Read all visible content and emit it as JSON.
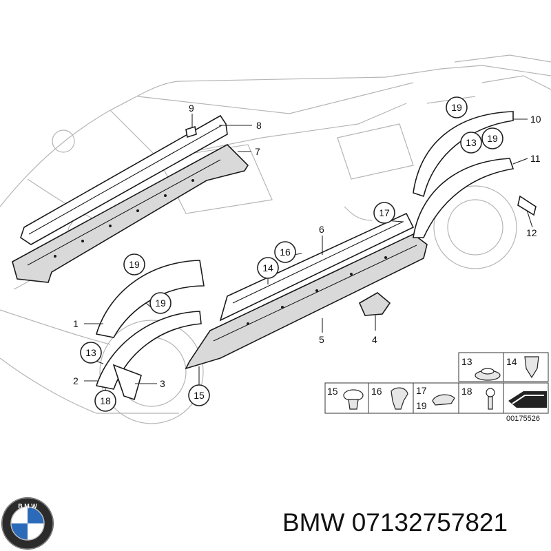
{
  "diagram": {
    "callouts": [
      {
        "id": "c1",
        "label": "1"
      },
      {
        "id": "c2",
        "label": "2"
      },
      {
        "id": "c3",
        "label": "3"
      },
      {
        "id": "c4",
        "label": "4"
      },
      {
        "id": "c5",
        "label": "5"
      },
      {
        "id": "c6",
        "label": "6"
      },
      {
        "id": "c7",
        "label": "7"
      },
      {
        "id": "c8",
        "label": "8"
      },
      {
        "id": "c9",
        "label": "9"
      },
      {
        "id": "c10",
        "label": "10"
      },
      {
        "id": "c11",
        "label": "11"
      },
      {
        "id": "c12",
        "label": "12"
      }
    ],
    "circled_callouts": [
      {
        "id": "r19a",
        "label": "19"
      },
      {
        "id": "r19b",
        "label": "19"
      },
      {
        "id": "r19c",
        "label": "19"
      },
      {
        "id": "r19d",
        "label": "19"
      },
      {
        "id": "r13a",
        "label": "13"
      },
      {
        "id": "r13b",
        "label": "13"
      },
      {
        "id": "r18",
        "label": "18"
      },
      {
        "id": "r15",
        "label": "15"
      },
      {
        "id": "r14",
        "label": "14"
      },
      {
        "id": "r16",
        "label": "16"
      },
      {
        "id": "r17",
        "label": "17"
      }
    ],
    "legend": {
      "cells": [
        {
          "id": "l13",
          "labels": [
            "13"
          ]
        },
        {
          "id": "l14",
          "labels": [
            "14"
          ]
        },
        {
          "id": "l15",
          "labels": [
            "15"
          ]
        },
        {
          "id": "l16",
          "labels": [
            "16"
          ]
        },
        {
          "id": "l1719",
          "labels": [
            "17",
            "19"
          ]
        },
        {
          "id": "l18",
          "labels": [
            "18"
          ]
        }
      ]
    },
    "diagram_id": "00175526"
  },
  "brand": {
    "logo_letters": "BMW"
  },
  "caption": "BMW 07132757821"
}
